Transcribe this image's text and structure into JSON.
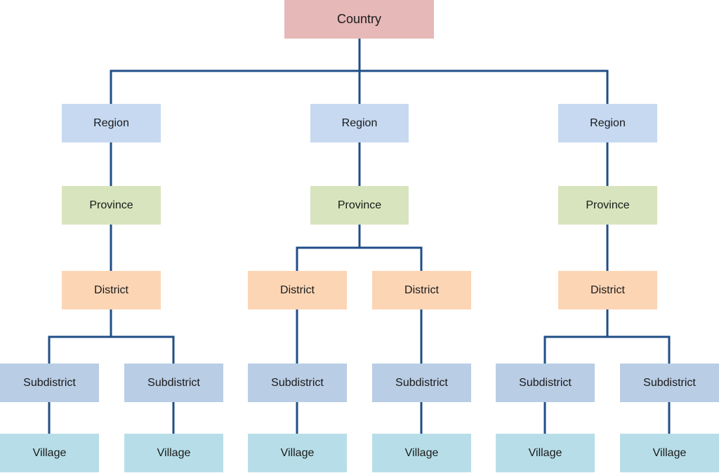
{
  "colors": {
    "connector": "#1f4e86",
    "country": "#e6b8b7",
    "region": "#c6d9f1",
    "province": "#d7e4bd",
    "district": "#fcd5b5",
    "subdistrict": "#b9cde5",
    "village": "#b7dee8"
  },
  "nodes": {
    "country": "Country",
    "region_1": "Region",
    "region_2": "Region",
    "region_3": "Region",
    "province_1": "Province",
    "province_2": "Province",
    "province_3": "Province",
    "district_1": "District",
    "district_2": "District",
    "district_3": "District",
    "district_4": "District",
    "subdistrict_1": "Subdistrict",
    "subdistrict_2": "Subdistrict",
    "subdistrict_3": "Subdistrict",
    "subdistrict_4": "Subdistrict",
    "subdistrict_5": "Subdistrict",
    "subdistrict_6": "Subdistrict",
    "village_1": "Village",
    "village_2": "Village",
    "village_3": "Village",
    "village_4": "Village",
    "village_5": "Village",
    "village_6": "Village"
  }
}
